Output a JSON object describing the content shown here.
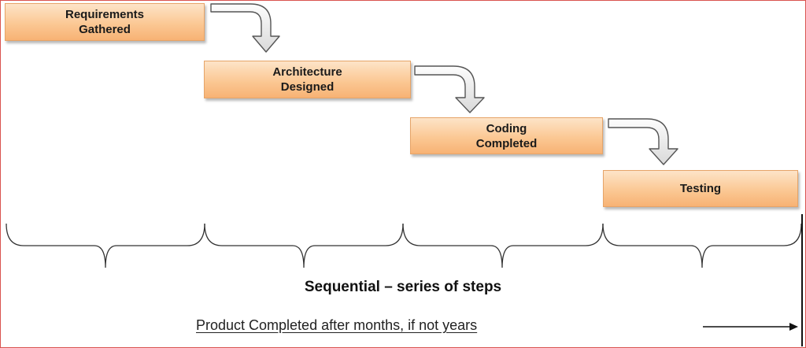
{
  "steps": [
    {
      "label": "Requirements\nGathered"
    },
    {
      "label": "Architecture\nDesigned"
    },
    {
      "label": "Coding\nCompleted"
    },
    {
      "label": "Testing"
    }
  ],
  "caption": "Sequential – series of steps",
  "footnote": "Product Completed after months, if not years",
  "colors": {
    "box_fill": "#fbc894",
    "box_border": "#e6a468",
    "arrow_fill": "#eeeeee",
    "arrow_stroke": "#555555",
    "frame_border": "#d9534f"
  }
}
